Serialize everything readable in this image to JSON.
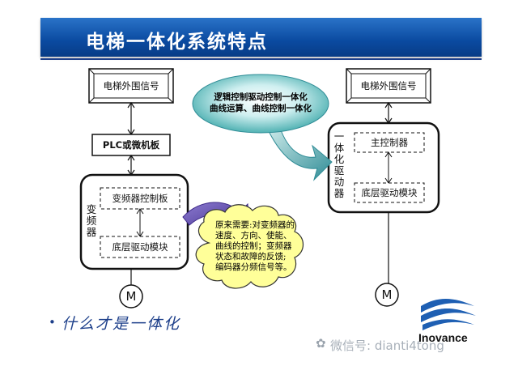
{
  "title": "电梯一体化系统特点",
  "left": {
    "outer_signal": "电梯外围信号",
    "plc": "PLC或微机板",
    "inverter_vertical": "变频器",
    "inverter_controller": "变频器控制板",
    "bottom_drive": "底层驱动模块",
    "motor": "M"
  },
  "right": {
    "outer_signal": "电梯外围信号",
    "integrated_vertical": "一体化驱动器",
    "main_controller": "主控制器",
    "bottom_drive": "底层驱动模块",
    "motor": "M"
  },
  "bubble": {
    "line1": "逻辑控制驱动控制一体化",
    "line2": "曲线运算、曲线控制一体化"
  },
  "cloud": {
    "lines": [
      "原来需要:对变频器的",
      "速度、方向、使能、",
      "曲线的控制；变频器",
      "状态和故障的反馈;",
      "编码器分频信号等。"
    ]
  },
  "bullet": "什么才是一体化",
  "brand": "Inovance",
  "watermark": "微信号: dianti4tong",
  "colors": {
    "title_bar": "#0a4aa0",
    "bubble_fill": "#3aa7a8",
    "cloud_fill": "#ffff99",
    "arrow_purple": "#5b3fa0",
    "arrow_teal": "#3f9fa8"
  }
}
